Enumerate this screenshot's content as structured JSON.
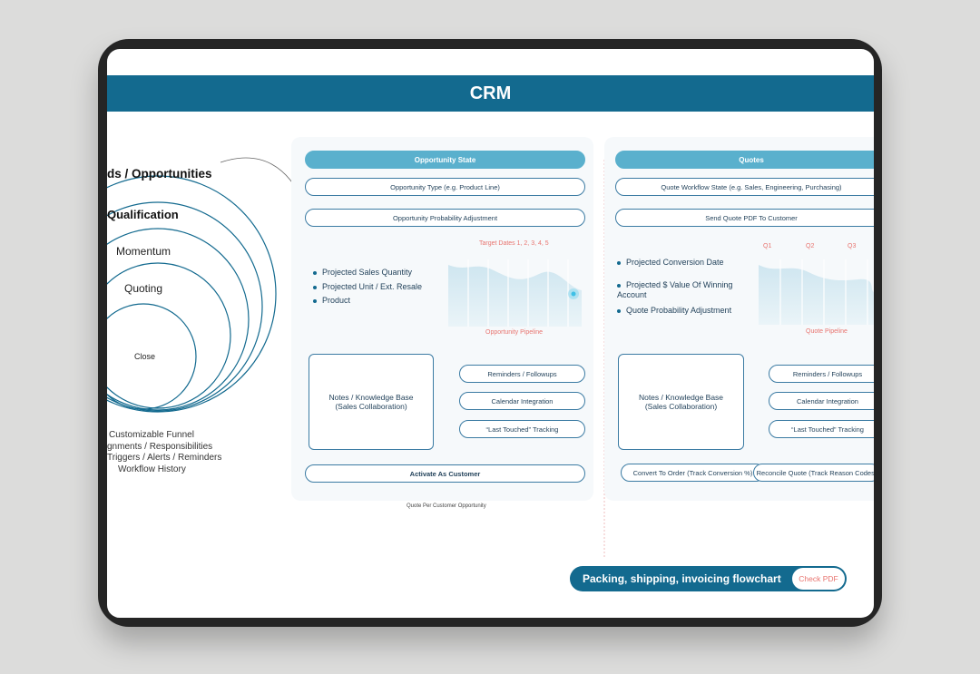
{
  "title": "CRM",
  "funnel": {
    "stages": [
      "ds / Opportunities",
      "Qualification",
      "Momentum",
      "Quoting",
      "Close"
    ],
    "features": [
      "Customizable Funnel",
      "gnments / Responsibilities",
      "Triggers / Alerts / Reminders",
      "Workflow History"
    ]
  },
  "opportunity": {
    "header": "Opportunity State",
    "items": [
      "Opportunity Type (e.g. Product Line)",
      "Opportunity Probability Adjustment"
    ],
    "target_dates": "Target Dates 1, 2, 3, 4, 5",
    "bullets": [
      "Projected Sales Quantity",
      "Projected Unit / Ext. Resale",
      "Product"
    ],
    "chart_caption": "Opportunity Pipeline",
    "notes": "Notes / Knowledge Base\n(Sales Collaboration)",
    "side": [
      "Reminders / Followups",
      "Calendar Integration",
      "“Last Touched” Tracking"
    ],
    "activate": "Activate As Customer",
    "footnote": "Quote Per Customer Opportunity"
  },
  "quotes": {
    "header": "Quotes",
    "items": [
      "Quote Workflow State  (e.g. Sales, Engineering, Purchasing)",
      "Send Quote PDF To Customer"
    ],
    "quarters": [
      "Q1",
      "Q2",
      "Q3"
    ],
    "bullets": [
      "Projected Conversion Date",
      "Projected $ Value Of Winning Account",
      "Quote Probability Adjustment"
    ],
    "chart_caption": "Quote Pipeline",
    "notes": "Notes / Knowledge Base\n(Sales Collaboration)",
    "side": [
      "Reminders / Followups",
      "Calendar Integration",
      "“Last Touched” Tracking"
    ],
    "convert": "Convert To Order (Track Conversion %)",
    "reconcile": "Reconcile Quote (Track Reason Codes)"
  },
  "cta": {
    "label": "Packing, shipping, invoicing flowchart",
    "button": "Check PDF"
  },
  "colors": {
    "brand": "#136a8f",
    "accent": "#5ab0cd",
    "highlight": "#e8746f"
  }
}
